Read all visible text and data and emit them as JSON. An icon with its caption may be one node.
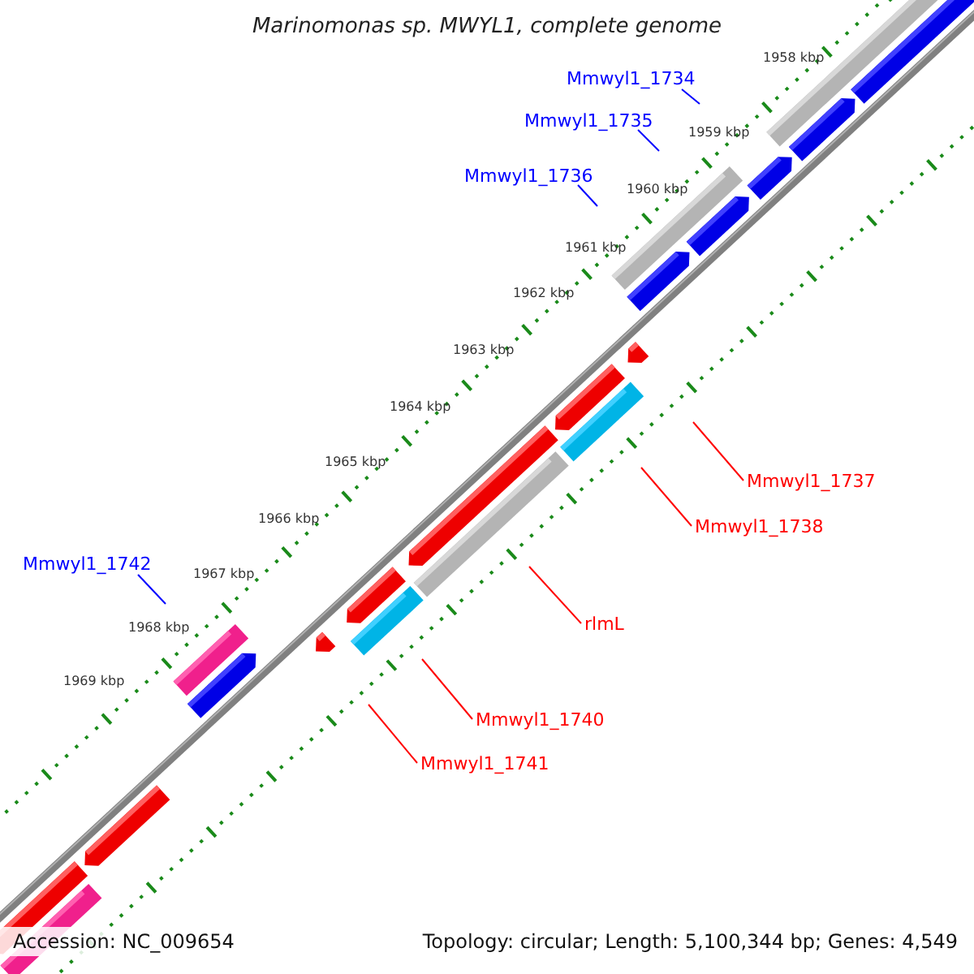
{
  "diagram": {
    "title": "Marinomonas sp. MWYL1, complete genome",
    "nodes": [
      {
        "text": [
          "Mmwyl1_1734"
        ]
      },
      {
        "text": [
          "Mmwyl1_1735"
        ]
      },
      {
        "text": [
          "Mmwyl1_1736"
        ]
      },
      {
        "text": [
          "Mmwyl1_1742"
        ]
      },
      {
        "text": [
          "Mmwyl1_1737"
        ]
      },
      {
        "text": [
          "Mmwyl1_1738"
        ]
      },
      {
        "text": [
          "rlmL"
        ]
      },
      {
        "text": [
          "Mmwyl1_1740"
        ]
      },
      {
        "text": [
          "Mmwyl1_1741"
        ]
      }
    ],
    "edges": [
      {
        "from": 0,
        "to": null,
        "arrow": "none",
        "color": "#0000ff"
      },
      {
        "from": 1,
        "to": null,
        "arrow": "none",
        "color": "#0000ff"
      },
      {
        "from": 2,
        "to": null,
        "arrow": "none",
        "color": "#0000ff"
      },
      {
        "from": 3,
        "to": null,
        "arrow": "none",
        "color": "#0000ff"
      },
      {
        "from": 4,
        "to": null,
        "arrow": "none"
      },
      {
        "from": 5,
        "to": null,
        "arrow": "none"
      },
      {
        "from": 6,
        "to": null,
        "arrow": "none"
      },
      {
        "from": 7,
        "to": null,
        "arrow": "none"
      },
      {
        "from": 8,
        "to": null,
        "arrow": "none"
      }
    ],
    "labels": [
      "1958 kbp",
      "1959 kbp",
      "1960 kbp",
      "1961 kbp",
      "1962 kbp",
      "1963 kbp",
      "1964 kbp",
      "1965 kbp",
      "1966 kbp",
      "1967 kbp",
      "1968 kbp",
      "1969 kbp",
      "Accession: NC_009654",
      "Topology: circular; Length: 5,100,344 bp; Genes: 4,549"
    ]
  }
}
